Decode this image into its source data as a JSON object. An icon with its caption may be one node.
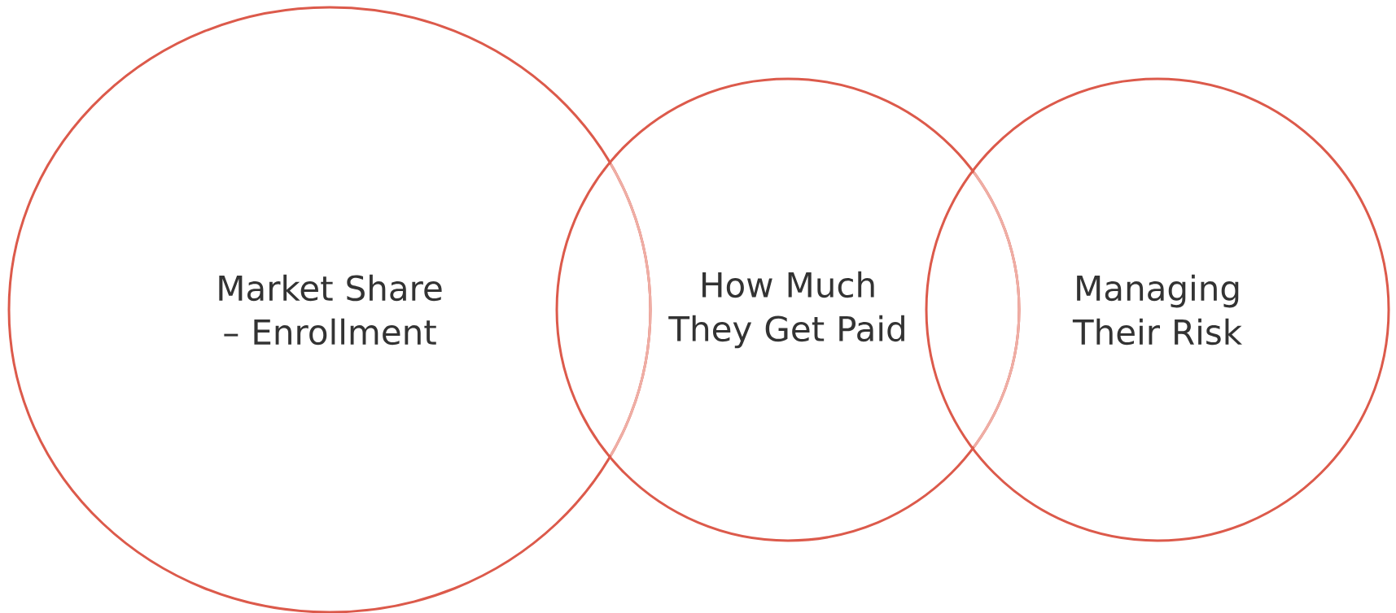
{
  "diagram": {
    "nodes": [
      {
        "text": [
          "Market Share – Enrollment"
        ]
      },
      {
        "text": [
          "How Much They Get Paid"
        ]
      },
      {
        "text": [
          "Managing Their Risk"
        ]
      }
    ]
  }
}
